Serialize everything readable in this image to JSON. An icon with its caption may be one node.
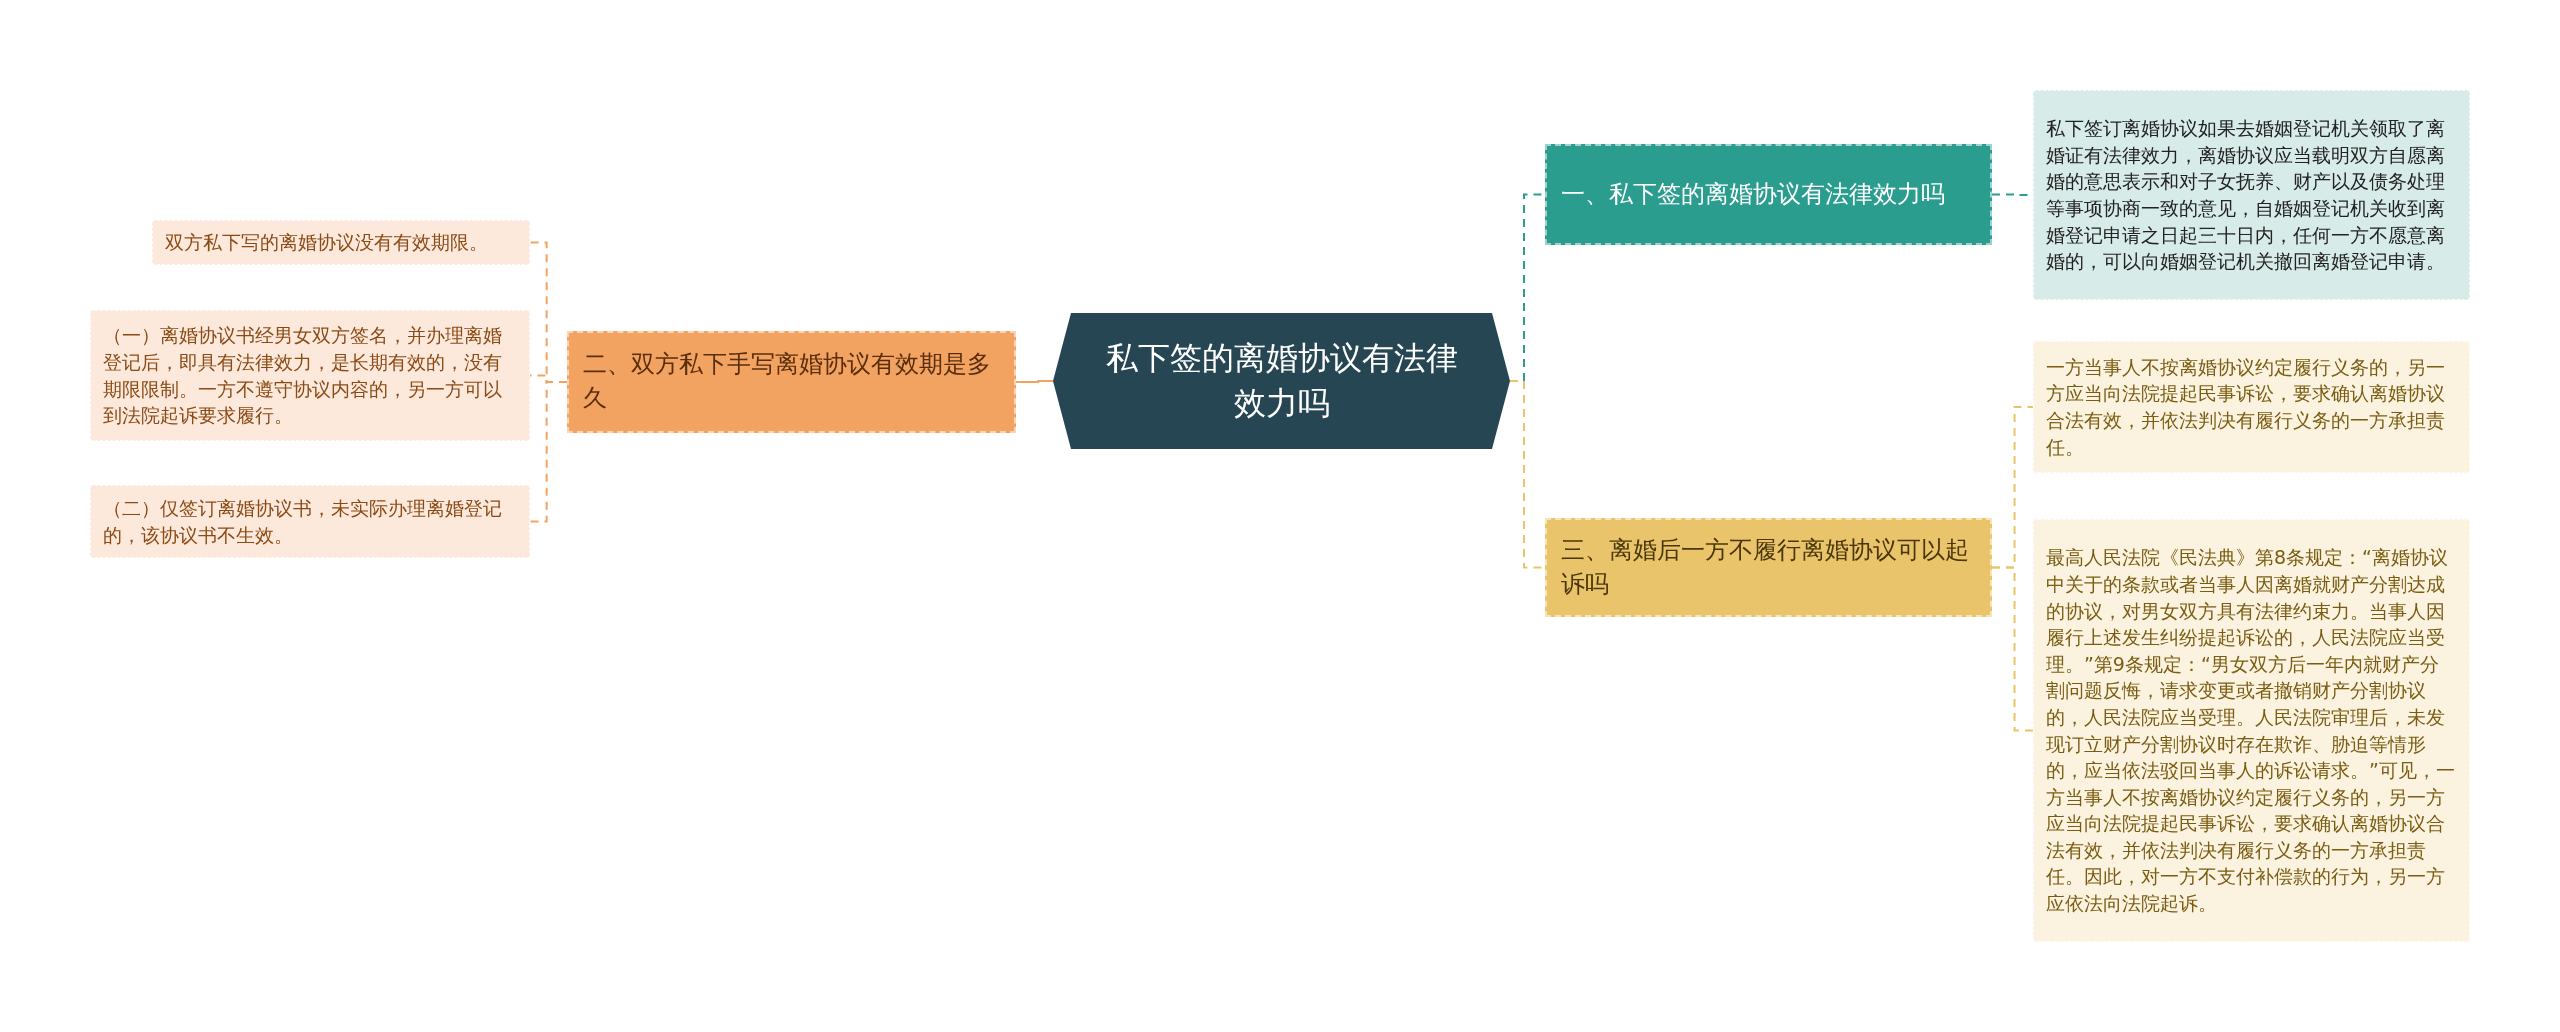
{
  "diagram": {
    "nodes": [
      {
        "text": [
          "私下签的离婚协议有法律效力吗"
        ]
      },
      {
        "text": [
          "一、私下签的离婚协议有法律效力吗"
        ]
      },
      {
        "text": [
          "私下签订离婚协议如果去婚姻登记机关领取了离婚证有法律效力，离婚协议应当载明双方自愿离婚的意思表示和对子女抚养、财产以及债务处理等事项协商一致的意见，自婚姻登记机关收到离婚登记申请之日起三十日内，任何一方不愿意离婚的，可以向婚姻登记机关撤回离婚登记申请。"
        ]
      },
      {
        "text": [
          "二、双方私下手写离婚协议有效期是多久"
        ]
      },
      {
        "text": [
          "双方私下写的离婚协议没有有效期限。"
        ]
      },
      {
        "text": [
          "（一）离婚协议书经男女双方签名，并办理离婚登记后，即具有法律效力，是长期有效的，没有期限限制。一方不遵守协议内容的，另一方可以到法院起诉要求履行。"
        ]
      },
      {
        "text": [
          "（二）仅签订离婚协议书，未实际办理离婚登记的，该协议书不生效。"
        ]
      },
      {
        "text": [
          "三、离婚后一方不履行离婚协议可以起诉吗"
        ]
      },
      {
        "text": [
          "一方当事人不按离婚协议约定履行义务的，另一方应当向法院提起民事诉讼，要求确认离婚协议合法有效，并依法判决有履行义务的一方承担责任。"
        ]
      },
      {
        "text": [
          "最高人民法院《民法典》第8条规定：“离婚协议中关于的条款或者当事人因离婚就财产分割达成的协议，对男女双方具有法律约束力。当事人因履行上述发生纠纷提起诉讼的，人民法院应当受理。”第9条规定：“男女双方后一年内就财产分割问题反悔，请求变更或者撤销财产分割协议的，人民法院应当受理。人民法院审理后，未发现订立财产分割协议时存在欺诈、胁迫等情形的，应当依法驳回当事人的诉讼请求。”可见，一方当事人不按离婚协议约定履行义务的，另一方应当向法院提起民事诉讼，要求确认离婚协议合法有效，并依法判决有履行义务的一方承担责任。因此，对一方不支付补偿款的行为，另一方应依法向法院起诉。"
        ]
      }
    ],
    "edges": [
      {
        "from": 0,
        "to": 1,
        "arrow": "none",
        "style": "dashed",
        "color": "#2a9d8f"
      },
      {
        "from": 1,
        "to": 2,
        "arrow": "none",
        "style": "dashed",
        "color": "#2a9d8f"
      },
      {
        "from": 0,
        "to": 3,
        "arrow": "none"
      },
      {
        "from": 3,
        "to": 4,
        "arrow": "none",
        "style": "dashed"
      },
      {
        "from": 3,
        "to": 5,
        "arrow": "none",
        "style": "dashed"
      },
      {
        "from": 3,
        "to": 6,
        "arrow": "none",
        "style": "dashed"
      },
      {
        "from": 0,
        "to": 7,
        "arrow": "none",
        "style": "dashed",
        "color": "#e9c46a"
      },
      {
        "from": 7,
        "to": 8,
        "arrow": "none",
        "style": "dashed",
        "color": "#e9c46a"
      },
      {
        "from": 7,
        "to": 9,
        "arrow": "none",
        "style": "dashed",
        "color": "#e9c46a"
      }
    ]
  }
}
